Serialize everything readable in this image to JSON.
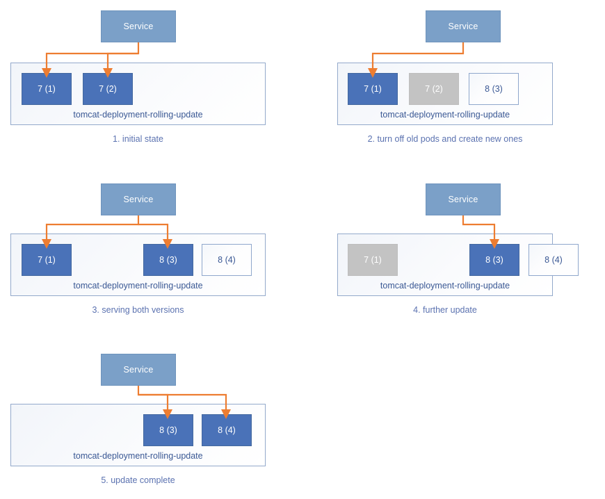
{
  "diagram": {
    "title": "Kubernetes rolling update sequence",
    "colors": {
      "service_fill": "#7BA0C8",
      "pod_active_fill": "#4A72B8",
      "pod_terminating_fill": "#C3C3C3",
      "pod_pending_border": "#8FA7CC",
      "deployment_border": "#93A9CB",
      "arrow": "#ED7D31",
      "caption_text": "#5B72B0",
      "deployment_label_text": "#3A5894"
    },
    "service_label": "Service",
    "deployment_name": "tomcat-deployment-rolling-update",
    "panels": [
      {
        "id": "panel-1",
        "caption": "1. initial state",
        "service": "Service",
        "deployment": "tomcat-deployment-rolling-update",
        "pods": [
          {
            "label": "7 (1)",
            "state": "active"
          },
          {
            "label": "7 (2)",
            "state": "active"
          }
        ],
        "arrow_targets": [
          "7 (1)",
          "7 (2)"
        ]
      },
      {
        "id": "panel-2",
        "caption": "2. turn off old pods and create new ones",
        "service": "Service",
        "deployment": "tomcat-deployment-rolling-update",
        "pods": [
          {
            "label": "7 (1)",
            "state": "active"
          },
          {
            "label": "7 (2)",
            "state": "terminating"
          },
          {
            "label": "8 (3)",
            "state": "pending"
          }
        ],
        "arrow_targets": [
          "7 (1)"
        ]
      },
      {
        "id": "panel-3",
        "caption": "3. serving both versions",
        "service": "Service",
        "deployment": "tomcat-deployment-rolling-update",
        "pods": [
          {
            "label": "7 (1)",
            "state": "active"
          },
          {
            "label": "8 (3)",
            "state": "active"
          },
          {
            "label": "8 (4)",
            "state": "pending"
          }
        ],
        "arrow_targets": [
          "7 (1)",
          "8 (3)"
        ]
      },
      {
        "id": "panel-4",
        "caption": "4. further update",
        "service": "Service",
        "deployment": "tomcat-deployment-rolling-update",
        "pods": [
          {
            "label": "7 (1)",
            "state": "terminating"
          },
          {
            "label": "8 (3)",
            "state": "active"
          },
          {
            "label": "8 (4)",
            "state": "pending"
          }
        ],
        "arrow_targets": [
          "8 (3)"
        ]
      },
      {
        "id": "panel-5",
        "caption": "5. update complete",
        "service": "Service",
        "deployment": "tomcat-deployment-rolling-update",
        "pods": [
          {
            "label": "8 (3)",
            "state": "active"
          },
          {
            "label": "8 (4)",
            "state": "active"
          }
        ],
        "arrow_targets": [
          "8 (3)",
          "8 (4)"
        ]
      }
    ]
  }
}
